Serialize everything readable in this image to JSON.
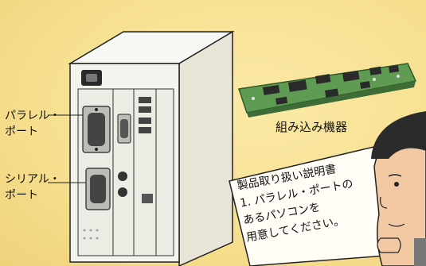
{
  "labels": {
    "parallel_port": [
      "パラレル・",
      "ポート"
    ],
    "serial_port": [
      "シリアル・",
      "ポート"
    ],
    "embedded_device": "組み込み機器"
  },
  "manual": {
    "lines": [
      "製品取り扱い説明書",
      "1. パラレル・ポートの",
      "あるパソコンを",
      "用意してください。"
    ]
  },
  "colors": {
    "background": "#f6df8f",
    "pcb": "#5f9b52",
    "case": "#f4f4ef",
    "skin": "#f3c9a3"
  }
}
